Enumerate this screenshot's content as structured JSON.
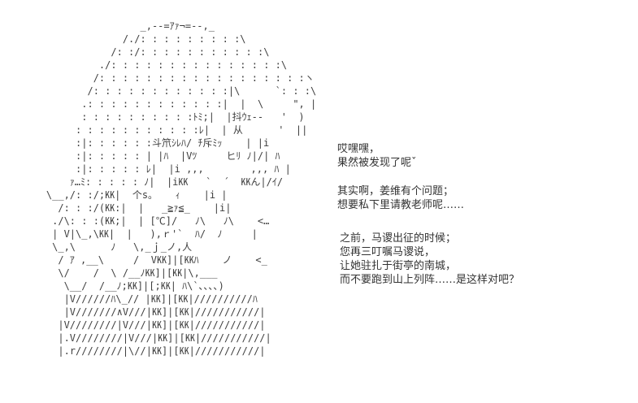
{
  "page": {
    "background_color": "#ffffff",
    "text_color": "#3f3f3f",
    "dialogue_color": "#333333"
  },
  "ascii_art": {
    "description": "ascii-art-character-with-large-hat",
    "lines": [
      "                    _,--=ｱｧ¬=--,_",
      "                 /./: : : : : : : : :\\",
      "               /: :/: : : : : : : : : : :\\",
      "             ./: : : : : : : : : : : : : : :\\",
      "            /: : : : : : : : : : : : : : : : : :ヽ",
      "           /: : : : : : : : : : : :|\\      `: : :\\",
      "          .: : : : : : : : : : : :|  |  \\     \", |",
      "          : : : : : : : : : :ﾄﾐ;|  |抖ｳｪ--   '  )",
      "         : : : : : : : : : : :ﾚ|  | 从      '  ||",
      "         :|: : : : : :斗笊ｼﾚﾊ/ ﾁ斥ﾐｯ    | |i",
      "         :|: : : : : | |ﾊ  |Vﾂ     ヒﾘ ﾉ|/| ﾊ",
      "         :|: : : : : ﾚ|  |i ,,,        ,,, ﾊ |",
      "        ｧ…ﾐ: : : : : ﾉ|  |i㏍   `  ´  ㏍ん|/ｲ/",
      "    \\__,/: :/;㏍|  个s。   ｨ    |i |",
      "      /: : :/(㏍:|  |   _≧ｧ≦_    |i|",
      "     ./\\: : :(㏍;|  | [℃]/   ﾉ\\   ﾉ\\    <…",
      "     | V|\\_,\\㏍|  |   ),ｒ'`  ﾊ/  ﾉ     |",
      "     \\_,\\      ﾉ   \\,_ｊ_ノ,人",
      "      / ｱ ,__\\     /  V㏍]|[㏍ﾊ    ノ    <_",
      "      \\/    /  \\ /__ﾉ㏍]|[㏍|\\,___",
      "       \\__/  /__ﾉ;㏍]|[;㏍| ﾊ\\`､､､､)",
      "       |V//////ﾊ\\_// |㏍]|[㏍|//////////ﾊ",
      "       |V///////∧V///|㏍]|[㏍|///////////|",
      "      |V////////|V///|㏍]|[㏍|///////////|",
      "      |.V////////|V///|㏍]|[㏍|///////////|",
      "      |.r////////|\\//|㏍]|[㏍|///////////|"
    ]
  },
  "dialogue": {
    "blocks": [
      {
        "lines": [
          "哎嘿嘿，",
          "果然被发现了呢ˇ"
        ]
      },
      {
        "lines": [
          "其实啊，姜维有个问题；",
          "想要私下里请教老师呢……"
        ]
      },
      {
        "lines": [
          "之前，马谡出征的时候；",
          "您再三叮嘱马谡说，",
          "让她驻扎于街亭的南城，",
          "而不要跑到山上列阵……是这样对吧？"
        ]
      }
    ]
  }
}
